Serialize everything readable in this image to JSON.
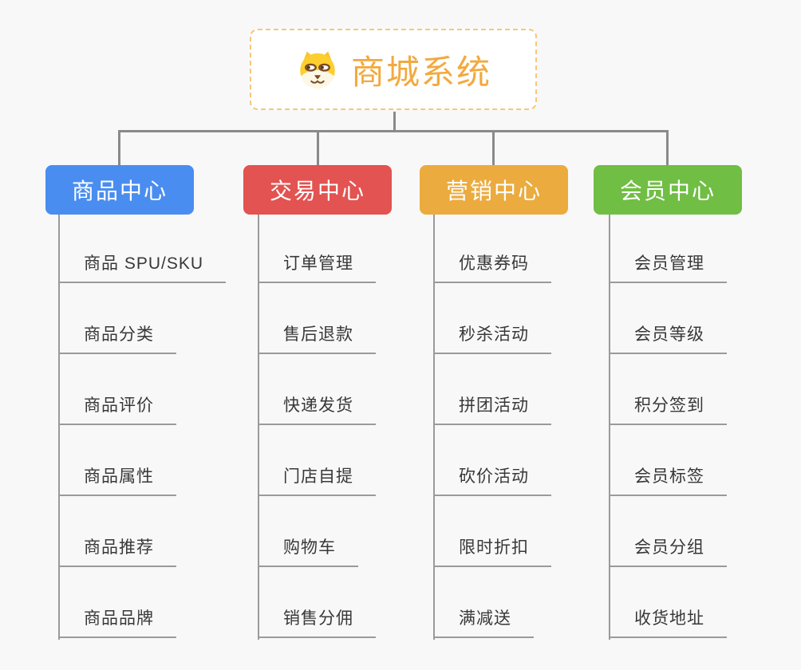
{
  "root": {
    "title": "商城系统",
    "icon": "dog-face-icon",
    "title_color": "#f2a93e",
    "border_color": "#f6c878"
  },
  "branches": [
    {
      "label": "商品中心",
      "color": "#4a8df0",
      "items": [
        "商品 SPU/SKU",
        "商品分类",
        "商品评价",
        "商品属性",
        "商品推荐",
        "商品品牌"
      ]
    },
    {
      "label": "交易中心",
      "color": "#e25351",
      "items": [
        "订单管理",
        "售后退款",
        "快递发货",
        "门店自提",
        "购物车",
        "销售分佣"
      ]
    },
    {
      "label": "营销中心",
      "color": "#ebab3e",
      "items": [
        "优惠券码",
        "秒杀活动",
        "拼团活动",
        "砍价活动",
        "限时折扣",
        "满减送"
      ]
    },
    {
      "label": "会员中心",
      "color": "#70be44",
      "items": [
        "会员管理",
        "会员等级",
        "积分签到",
        "会员标签",
        "会员分组",
        "收货地址"
      ]
    }
  ],
  "colors": {
    "background": "#f8f8f8",
    "connector": "#8a8a8a",
    "underline": "#9a9a9a",
    "leaf_text": "#383838"
  }
}
